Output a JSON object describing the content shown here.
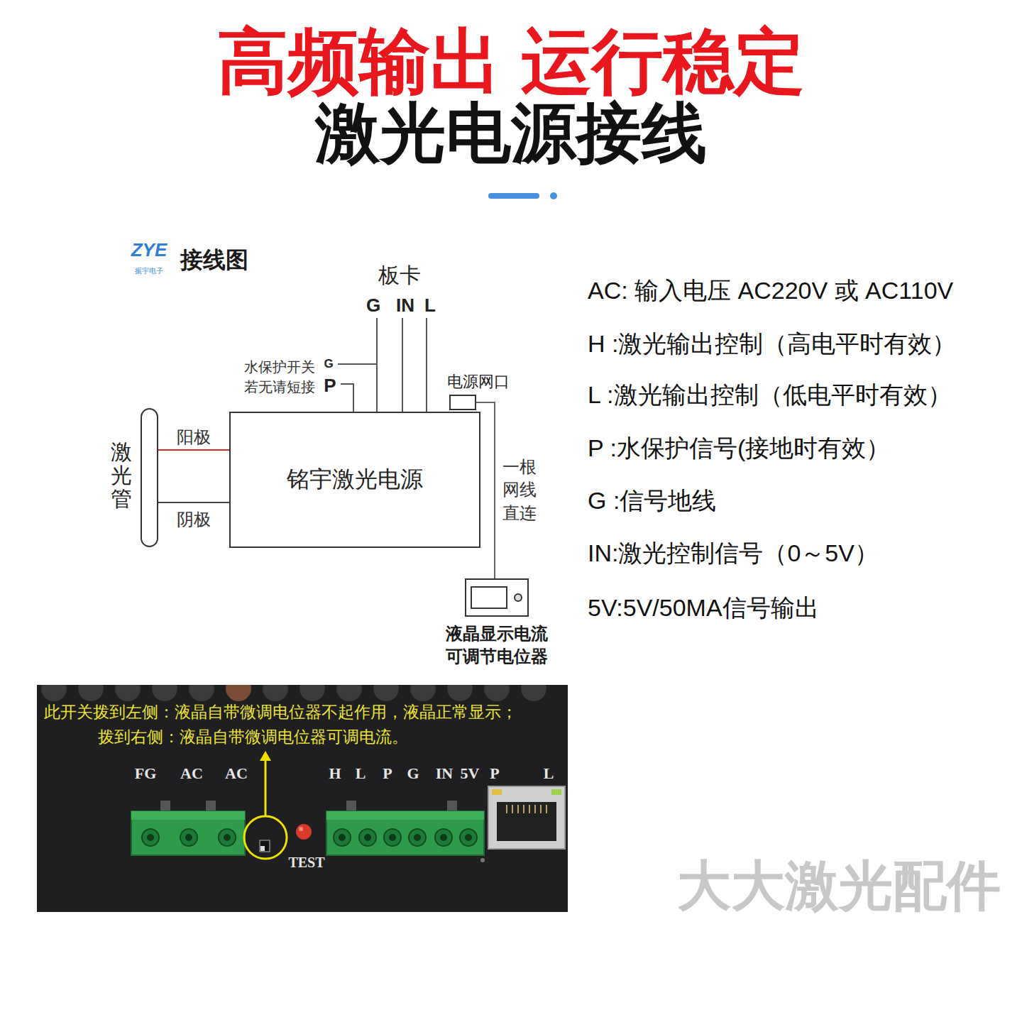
{
  "diagram": {
    "title": "高频输出 运行稳定",
    "nodes": [
      {
        "text": [
          "激光管"
        ]
      },
      {
        "text": [
          "铭宇激光电源"
        ]
      },
      {
        "text": [
          "电源网口"
        ]
      },
      {
        "text": [
          "液晶显示电流 可调节电位器"
        ]
      }
    ],
    "edges": [
      {
        "from": 1,
        "to": 0,
        "label": "阳极",
        "arrow": "none"
      },
      {
        "from": 1,
        "to": 0,
        "label": "阴极",
        "arrow": "none"
      },
      {
        "from": 2,
        "to": 3,
        "label": "一根 网线 直连",
        "arrow": "none"
      }
    ],
    "labels": [
      "激光电源接线",
      "ZYE",
      "振宇电子",
      "接线图",
      "板卡",
      "G",
      "IN",
      "L",
      "水保护开关",
      "G",
      "若无请短接",
      "P",
      "AC: 输入电压 AC220V 或 AC110V",
      "H :激光输出控制（高电平时有效）",
      "L :激光输出控制（低电平时有效）",
      "P :水保护信号(接地时有效）",
      "G :信号地线",
      "IN:激光控制信号（0～5V）",
      "5V:5V/50MA信号输出",
      "此开关拨到左侧：液晶自带微调电位器不起作用，液晶正常显示；",
      "拨到右侧：液晶自带微调电位器可调电流。",
      "FG",
      "AC",
      "AC",
      "H",
      "L",
      "P",
      "G",
      "IN",
      "5V",
      "P",
      "L",
      "TEST",
      "大大激光配件"
    ]
  }
}
